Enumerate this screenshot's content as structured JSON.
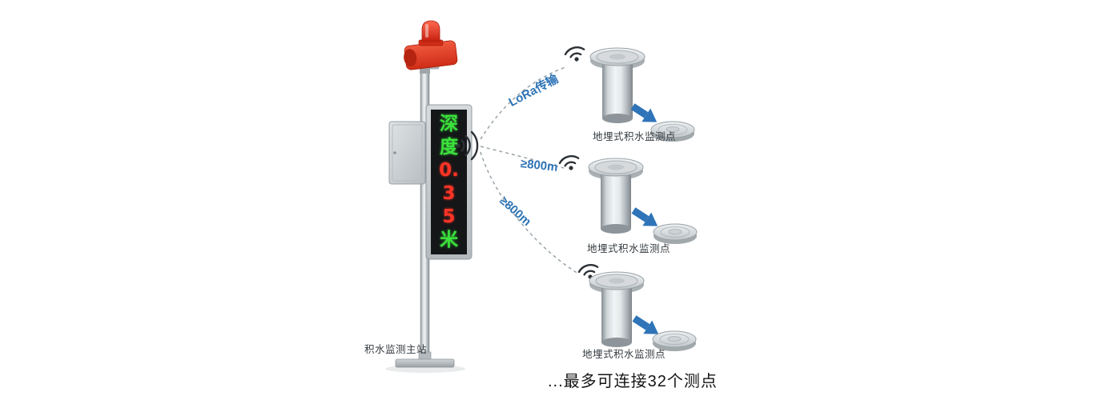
{
  "diagram": {
    "main_station": {
      "label": "积水监测主站",
      "display_chars": [
        {
          "text": "深",
          "color": "green"
        },
        {
          "text": "度",
          "color": "green"
        },
        {
          "text": "0.",
          "color": "red"
        },
        {
          "text": "3",
          "color": "red"
        },
        {
          "text": "5",
          "color": "red"
        },
        {
          "text": "米",
          "color": "green"
        }
      ]
    },
    "links": [
      {
        "label": "LoRa传输"
      },
      {
        "label": "≥800m"
      },
      {
        "label": "≥800m"
      }
    ],
    "sensors": [
      {
        "label": "地埋式积水监测点"
      },
      {
        "label": "地埋式积水监测点"
      },
      {
        "label": "地埋式积水监测点"
      }
    ],
    "footer_note": "...最多可连接32个测点",
    "colors": {
      "link_label_blue": "#2e74b5",
      "arrow_blue": "#2f74b8",
      "led_green": "#3ce23c",
      "led_red": "#ff3426",
      "alarm_red": "#e0311b",
      "metal_gray": "#c2c9cd"
    }
  }
}
